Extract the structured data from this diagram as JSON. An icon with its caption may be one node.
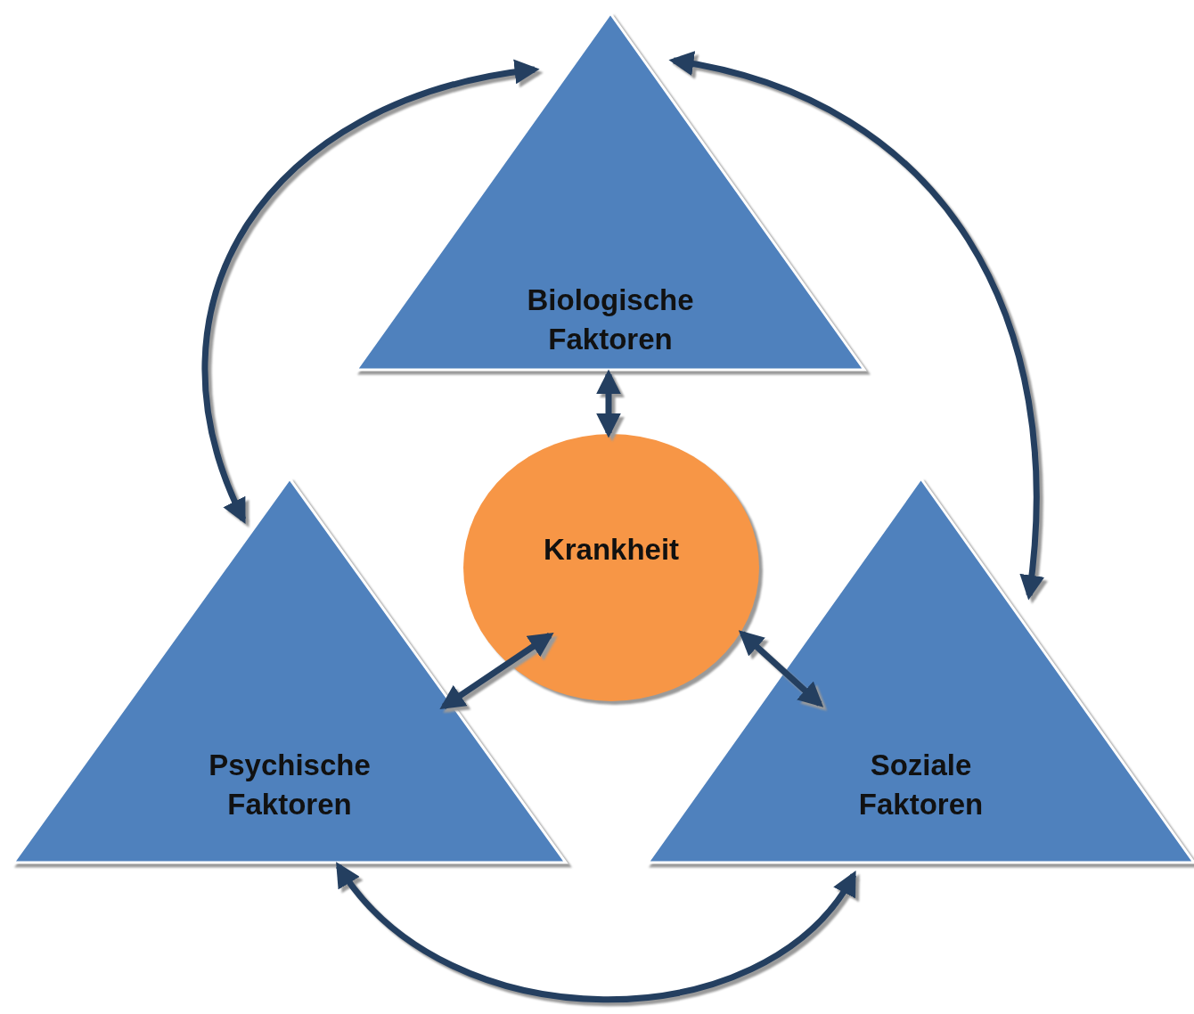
{
  "diagram": {
    "nodes": [
      {
        "text": [
          "Biologische Faktoren"
        ]
      },
      {
        "text": [
          "Krankheit"
        ]
      },
      {
        "text": [
          "Psychische Faktoren"
        ]
      },
      {
        "text": [
          "Soziale Faktoren"
        ]
      }
    ],
    "edges": [
      {
        "from": 0,
        "to": 1,
        "arrow": "both"
      },
      {
        "from": 1,
        "to": 2,
        "arrow": "both"
      },
      {
        "from": 1,
        "to": 3,
        "arrow": "both"
      },
      {
        "from": 0,
        "to": 2,
        "arrow": "both"
      },
      {
        "from": 0,
        "to": 3,
        "arrow": "both"
      },
      {
        "from": 2,
        "to": 3,
        "arrow": "both"
      }
    ]
  }
}
